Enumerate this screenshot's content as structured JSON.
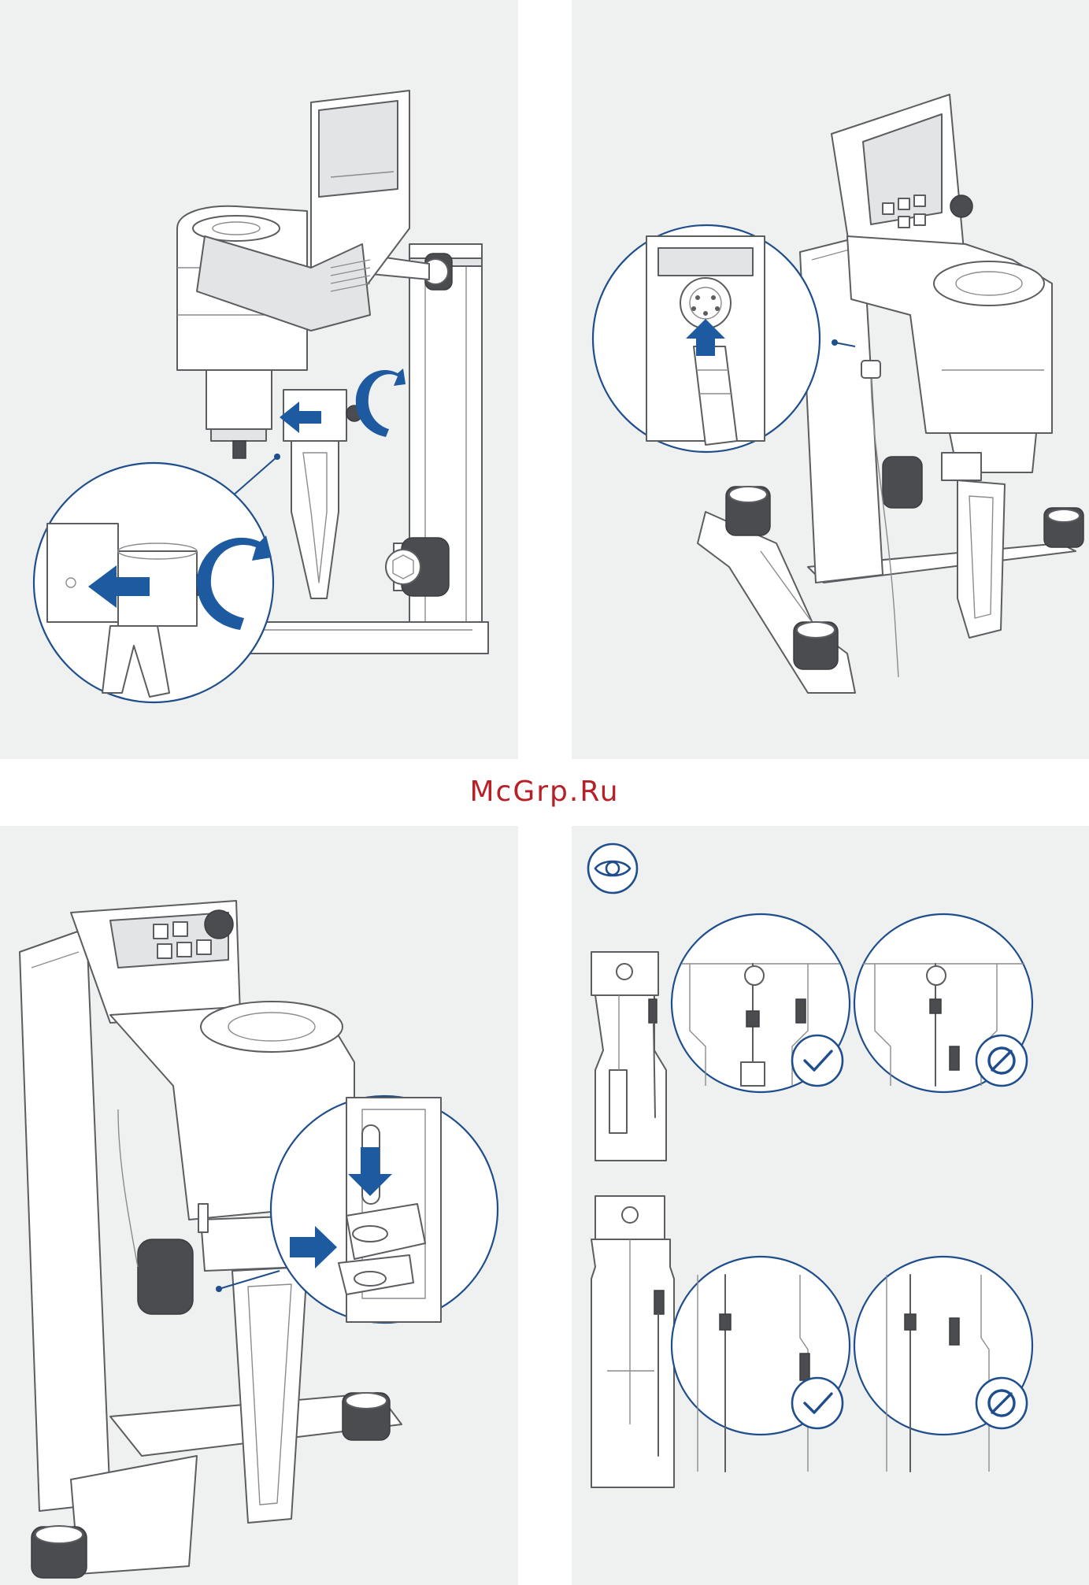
{
  "watermark": {
    "text": "McGrp.Ru",
    "color": "#b82028"
  },
  "colors": {
    "panel_bg": "#eff0f0",
    "line": "#5b5d60",
    "accent_blue": "#1d5aa0",
    "circle_outline": "#1f4e8c"
  },
  "panels": [
    {
      "name": "step-attach-clamp",
      "icons": [
        "push-left-arrow-icon",
        "rotate-clockwise-arrow-icon"
      ]
    },
    {
      "name": "step-connect-sensor-cable",
      "icons": [
        "push-up-arrow-icon"
      ]
    },
    {
      "name": "step-insert-sensor-holder",
      "icons": [
        "push-down-arrow-icon",
        "push-right-arrow-icon"
      ]
    },
    {
      "name": "step-check-sensor-position",
      "icons": [
        "eye-icon",
        "checkmark-icon",
        "prohibited-icon"
      ],
      "checks": [
        {
          "row": 1,
          "correct": "checkmark-icon",
          "wrong": "prohibited-icon"
        },
        {
          "row": 2,
          "correct": "checkmark-icon",
          "wrong": "prohibited-icon"
        }
      ]
    }
  ]
}
